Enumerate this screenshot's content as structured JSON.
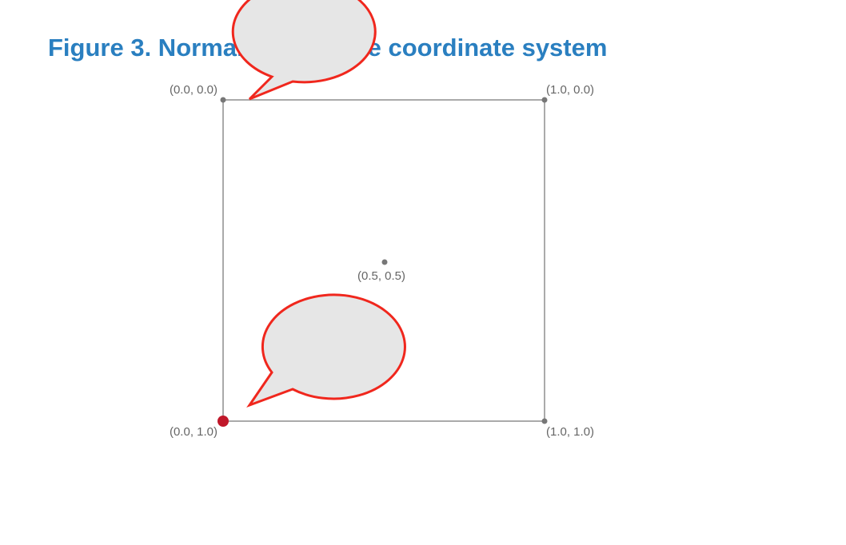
{
  "figure": {
    "title": "Figure 3. Normalized texture coordinate system"
  },
  "labels": {
    "top_left": "(0.0, 0.0)",
    "top_right": "(1.0, 0.0)",
    "center": "(0.5, 0.5)",
    "bottom_left": "(0.0, 1.0)",
    "bottom_right": "(1.0, 1.0)"
  },
  "colors": {
    "title": "#2a7fc0",
    "frame": "#aaaaaa",
    "point": "#777777",
    "label": "#666666",
    "highlight_point": "#c0182a",
    "bubble_fill": "#e6e6e6",
    "bubble_stroke": "#f0271d"
  }
}
